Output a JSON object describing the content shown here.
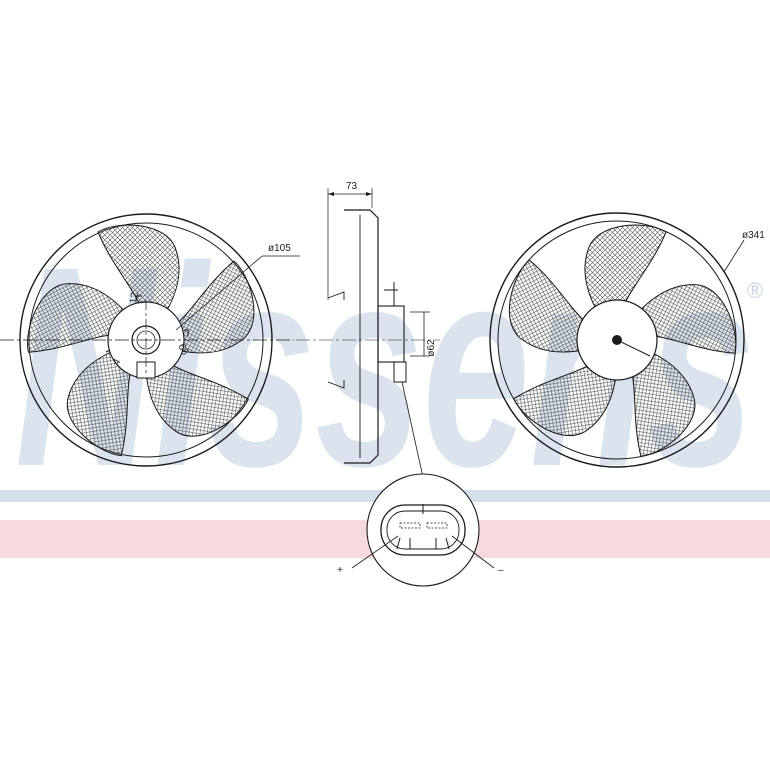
{
  "watermark": {
    "brand": "Nissens",
    "registered_mark": "®"
  },
  "colors": {
    "ink": "#1a1a1a",
    "watermark_blue": "#dbe3ef",
    "stripe_blue": "#d4deec",
    "stripe_pink": "#f6dadd",
    "hatch": "#555555"
  },
  "dimensions": {
    "depth": "73",
    "hub_diameter": "ø105",
    "motor_diameter": "ø62",
    "fan_diameter": "ø341"
  },
  "hub_marks": [
    "12",
    "68",
    "4"
  ],
  "connector": {
    "plus": "+",
    "minus": "–"
  }
}
